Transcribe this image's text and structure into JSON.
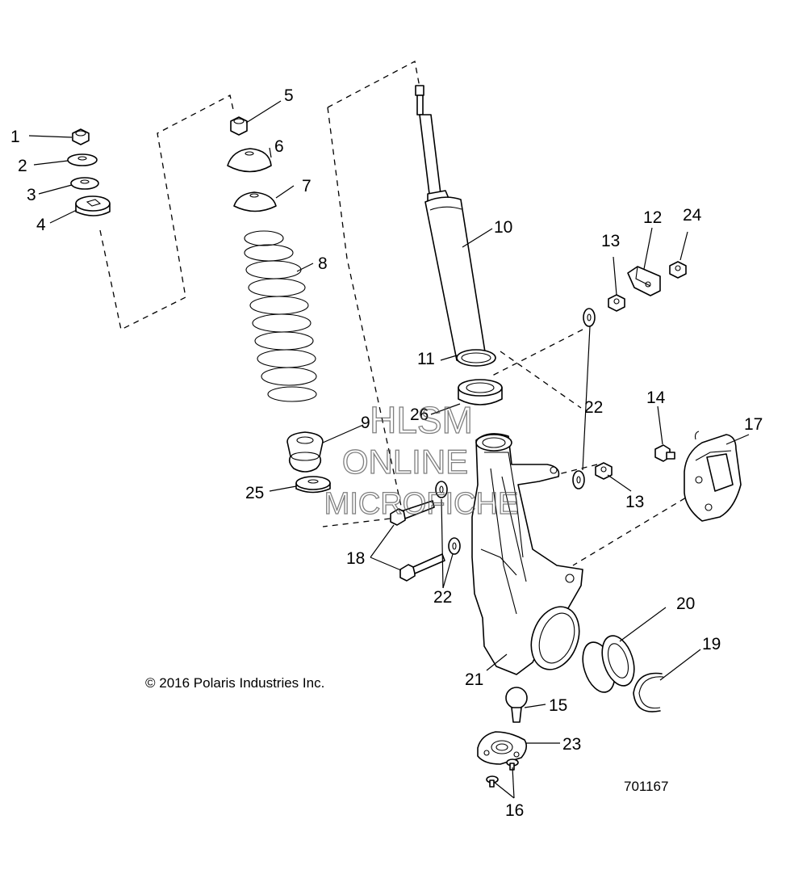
{
  "callouts": {
    "c1": "1",
    "c2": "2",
    "c3": "3",
    "c4": "4",
    "c5": "5",
    "c6": "6",
    "c7": "7",
    "c8": "8",
    "c9": "9",
    "c10": "10",
    "c11": "11",
    "c12": "12",
    "c13a": "13",
    "c13b": "13",
    "c14": "14",
    "c15": "15",
    "c16": "16",
    "c17": "17",
    "c18": "18",
    "c19": "19",
    "c20": "20",
    "c21": "21",
    "c22a": "22",
    "c22b": "22",
    "c23": "23",
    "c24": "24",
    "c25": "25",
    "c26": "26"
  },
  "copyright": "© 2016 Polaris Industries Inc.",
  "figure_number": "701167",
  "watermark": {
    "line1": "HLSM",
    "line2": "ONLINE",
    "line3": "MICROFICHE"
  }
}
